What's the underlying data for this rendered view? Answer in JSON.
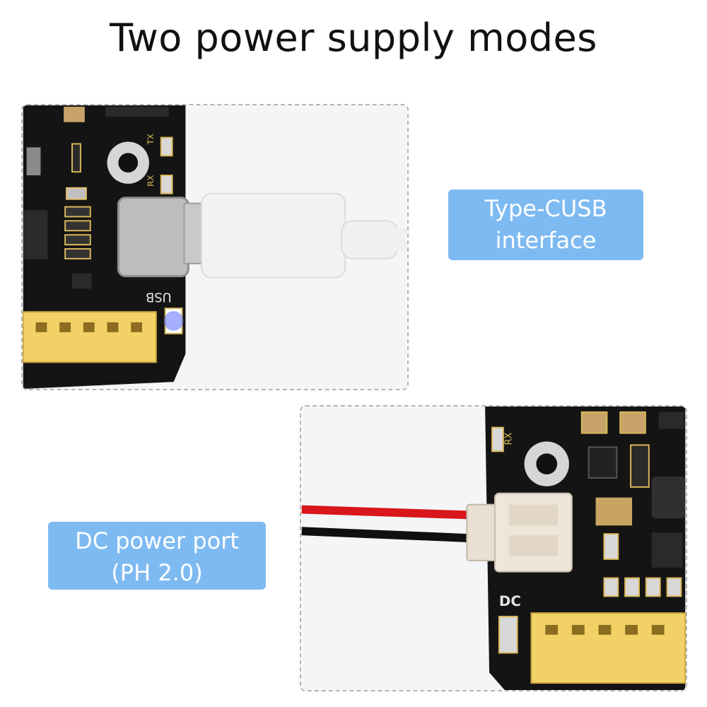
{
  "title": "Two power supply modes",
  "usb_label": {
    "line1": "Type-CUSB",
    "line2": "interface"
  },
  "dc_label": {
    "line1": "DC power port",
    "line2": "(PH 2.0)"
  },
  "board_silkscreen": {
    "tx": "TX",
    "rx": "RX",
    "usb": "USB",
    "dc": "DC"
  },
  "colors": {
    "label_background": "#7ebaf2",
    "pcb": "#141414",
    "header_yellow": "#f2d166",
    "cable_white": "#f2f2f2",
    "wire_red": "#d8161b",
    "wire_black": "#101010",
    "led_blue": "#5b6cff"
  },
  "icons": [
    "usb-c-plug-icon",
    "ph2-connector-icon",
    "mounting-hole-icon"
  ]
}
